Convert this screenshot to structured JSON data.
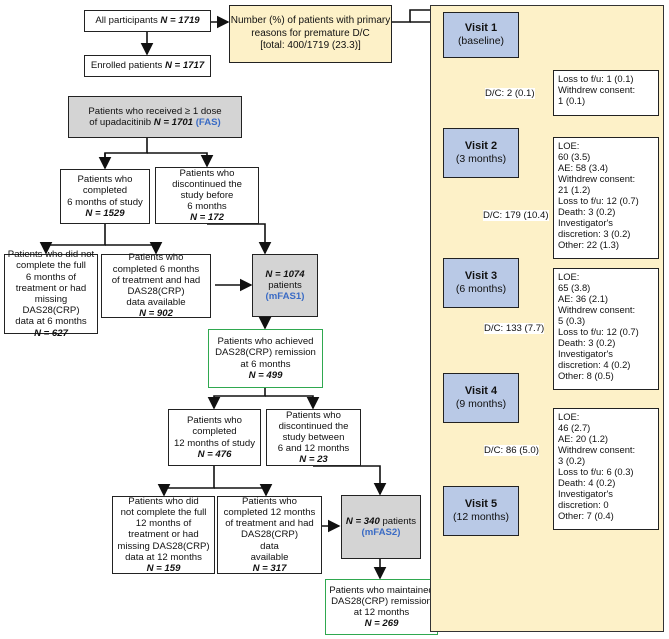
{
  "all_participants": {
    "label": "All participants",
    "n": "N = 1719"
  },
  "enrolled": {
    "label": "Enrolled patients",
    "n": "N = 1717"
  },
  "dc_header": {
    "line1": "Number (%) of patients with primary",
    "line2": "reasons for premature D/C",
    "line3": "[total: 400/1719 (23.3)]"
  },
  "received_dose": {
    "line1": "Patients who received ≥ 1 dose",
    "line2": "of upadacitinib",
    "n": "N = 1701",
    "tag": "(FAS)"
  },
  "completed_6m": {
    "lines": [
      "Patients who",
      "completed",
      "6 months of study"
    ],
    "n": "N = 1529"
  },
  "discontinued_6m": {
    "lines": [
      "Patients who",
      "discontinued the",
      "study before",
      "6 months"
    ],
    "n": "N = 172"
  },
  "not_complete_6m": {
    "lines": [
      "Patients who did not",
      "complete the full",
      "6 months of",
      "treatment or had",
      "missing DAS28(CRP)",
      "data at 6 months"
    ],
    "n": "N = 627"
  },
  "completed_6m_data": {
    "lines": [
      "Patients who",
      "completed 6 months",
      "of treatment and had",
      "DAS28(CRP)",
      "data available"
    ],
    "n": "N = 902"
  },
  "mfas1": {
    "n": "N = 1074",
    "suffix": "patients",
    "tag": "(mFAS1)"
  },
  "remission_6m": {
    "lines": [
      "Patients who achieved",
      "DAS28(CRP) remission",
      "at 6 months"
    ],
    "n": "N = 499"
  },
  "completed_12m": {
    "lines": [
      "Patients who",
      "completed",
      "12 months of study"
    ],
    "n": "N = 476"
  },
  "discontinued_12m": {
    "lines": [
      "Patients who",
      "discontinued the",
      "study between",
      "6 and 12 months"
    ],
    "n": "N = 23"
  },
  "not_complete_12m": {
    "lines": [
      "Patients who did",
      "not complete the full",
      "12 months of",
      "treatment or had",
      "missing DAS28(CRP)",
      "data at 12 months"
    ],
    "n": "N = 159"
  },
  "completed_12m_data": {
    "lines": [
      "Patients who",
      "completed 12 months",
      "of treatment and had",
      "DAS28(CRP)",
      "data",
      "available"
    ],
    "n": "N = 317"
  },
  "mfas2": {
    "n": "N = 340",
    "suffix": "patients",
    "tag": "(mFAS2)"
  },
  "remission_12m": {
    "lines": [
      "Patients who maintained",
      "DAS28(CRP) remission",
      "at 12 months"
    ],
    "n": "N = 269"
  },
  "visits": [
    {
      "title": "Visit 1",
      "sub": "(baseline)"
    },
    {
      "title": "Visit 2",
      "sub": "(3 months)"
    },
    {
      "title": "Visit 3",
      "sub": "(6 months)"
    },
    {
      "title": "Visit 4",
      "sub": "(9 months)"
    },
    {
      "title": "Visit 5",
      "sub": "(12 months)"
    }
  ],
  "dc_labels": [
    "D/C: 2 (0.1)",
    "D/C: 179 (10.4)",
    "D/C: 133 (7.7)",
    "D/C: 86 (5.0)"
  ],
  "reasons": [
    [
      "Loss to f/u: 1 (0.1)",
      "Withdrew consent:",
      "1 (0.1)"
    ],
    [
      "LOE:",
      "60 (3.5)",
      "AE: 58 (3.4)",
      "Withdrew consent:",
      "21 (1.2)",
      "Loss to f/u: 12 (0.7)",
      "Death: 3 (0.2)",
      "Investigator's",
      "discretion: 3 (0.2)",
      "Other: 22 (1.3)"
    ],
    [
      "LOE:",
      "65 (3.8)",
      "AE: 36 (2.1)",
      "Withdrew consent:",
      "5 (0.3)",
      "Loss to f/u: 12 (0.7)",
      "Death: 3 (0.2)",
      "Investigator's",
      "discretion: 4 (0.2)",
      "Other: 8 (0.5)"
    ],
    [
      "LOE:",
      "46 (2.7)",
      "AE: 20 (1.2)",
      "Withdrew consent:",
      "3 (0.2)",
      "Loss to f/u: 6 (0.3)",
      "Death: 4 (0.2)",
      "Investigator's",
      "discretion: 0",
      "Other: 7 (0.4)"
    ]
  ],
  "colors": {
    "gray_box": "#d4d4d4",
    "green_border": "#2fa84f",
    "yellow_panel": "#fdf1c8",
    "visit_fill": "#b9c9e6",
    "tag_blue": "#3a6bc5"
  }
}
